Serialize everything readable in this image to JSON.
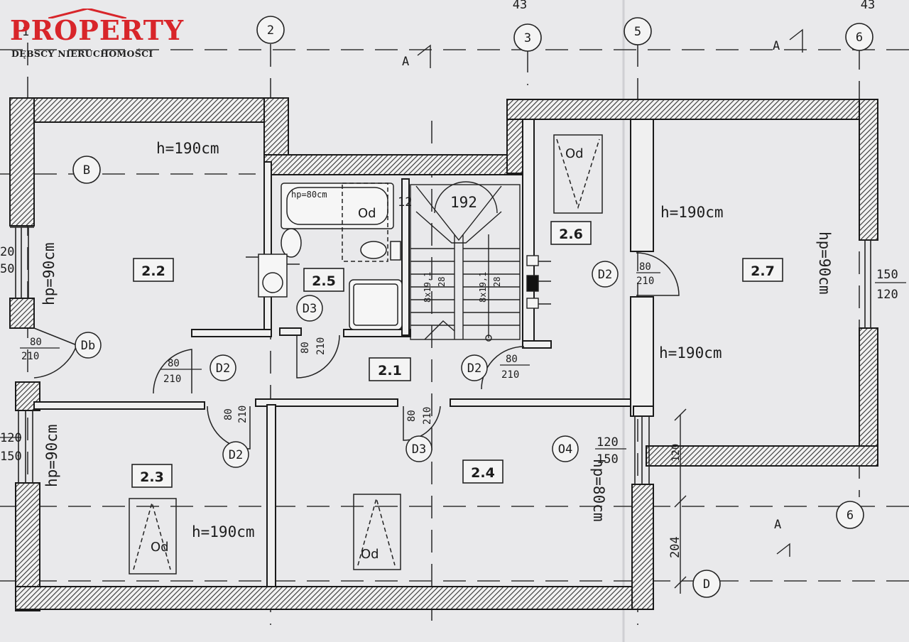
{
  "logo": {
    "brand": "PROPERTY",
    "tagline": "DĘBSCY NIERUCHOMOŚCI",
    "brand_color": "#d8252a"
  },
  "top_numbers": [
    "43",
    "43"
  ],
  "axes": {
    "grid_1": "1",
    "grid_2": "2",
    "grid_3": "3",
    "grid_5": "5",
    "grid_6_top": "6",
    "grid_6_bottom": "6",
    "grid_B": "B",
    "grid_D": "D"
  },
  "section_marks": [
    "A",
    "A",
    "A"
  ],
  "rooms": {
    "r21": "2.1",
    "r22": "2.2",
    "r23": "2.3",
    "r24": "2.4",
    "r25": "2.5",
    "r26": "2.6",
    "r27": "2.7"
  },
  "heights": {
    "h22": "h=190cm",
    "h23": "h=190cm",
    "h27a": "h=190cm",
    "h27b": "h=190cm",
    "hp22": "hp=90cm",
    "hp23": "hp=90cm",
    "hp24": "hp=80cm",
    "hp27": "hp=90cm",
    "hp_bath": "hp=80cm"
  },
  "doors": {
    "d2_a": "D2",
    "d2_b": "D2",
    "d2_c": "D2",
    "d2_d": "D2",
    "d3_a": "D3",
    "d3_b": "D3",
    "db": "Db",
    "o4": "O4"
  },
  "door_sizes": {
    "w80": "80",
    "h210": "210"
  },
  "windows": {
    "w120": "120",
    "w150": "150",
    "w20": "20",
    "w50": "50"
  },
  "stairs": {
    "width": "192",
    "gap": "12",
    "flight_a": "8x19,1",
    "tread_a": "28",
    "flight_b": "8x19,1",
    "tread_b": "28"
  },
  "od": "Od",
  "dims": {
    "d204": "204",
    "d120": "120"
  }
}
